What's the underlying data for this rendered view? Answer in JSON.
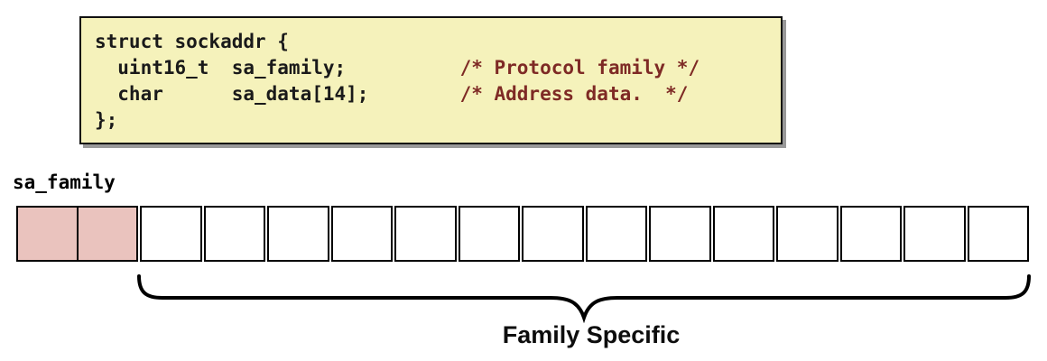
{
  "code_box": {
    "lines": [
      {
        "code": "struct sockaddr {",
        "comment": ""
      },
      {
        "code": "  uint16_t  sa_family;          ",
        "comment": "/* Protocol family */"
      },
      {
        "code": "  char      sa_data[14];        ",
        "comment": "/* Address data.  */"
      },
      {
        "code": "};",
        "comment": ""
      }
    ]
  },
  "diagram": {
    "field_label": "sa_family",
    "cells": [
      {
        "field": "sa_family",
        "color": "#EAC3BE"
      },
      {
        "field": "sa_family",
        "color": "#EAC3BE"
      },
      {
        "field": "sa_data",
        "color": "#FFFFFF"
      },
      {
        "field": "sa_data",
        "color": "#FFFFFF"
      },
      {
        "field": "sa_data",
        "color": "#FFFFFF"
      },
      {
        "field": "sa_data",
        "color": "#FFFFFF"
      },
      {
        "field": "sa_data",
        "color": "#FFFFFF"
      },
      {
        "field": "sa_data",
        "color": "#FFFFFF"
      },
      {
        "field": "sa_data",
        "color": "#FFFFFF"
      },
      {
        "field": "sa_data",
        "color": "#FFFFFF"
      },
      {
        "field": "sa_data",
        "color": "#FFFFFF"
      },
      {
        "field": "sa_data",
        "color": "#FFFFFF"
      },
      {
        "field": "sa_data",
        "color": "#FFFFFF"
      },
      {
        "field": "sa_data",
        "color": "#FFFFFF"
      },
      {
        "field": "sa_data",
        "color": "#FFFFFF"
      },
      {
        "field": "sa_data",
        "color": "#FFFFFF"
      }
    ],
    "sa_family_byte_count": 2,
    "sa_data_byte_count": 14,
    "brace_label": "Family Specific"
  },
  "colors": {
    "code_box_bg": "#F5F2BB",
    "code_text": "#1A1A1A",
    "comment_text": "#7E2A25",
    "highlight_cell": "#EAC3BE",
    "cell_border": "#000000",
    "box_shadow": "#999999"
  }
}
